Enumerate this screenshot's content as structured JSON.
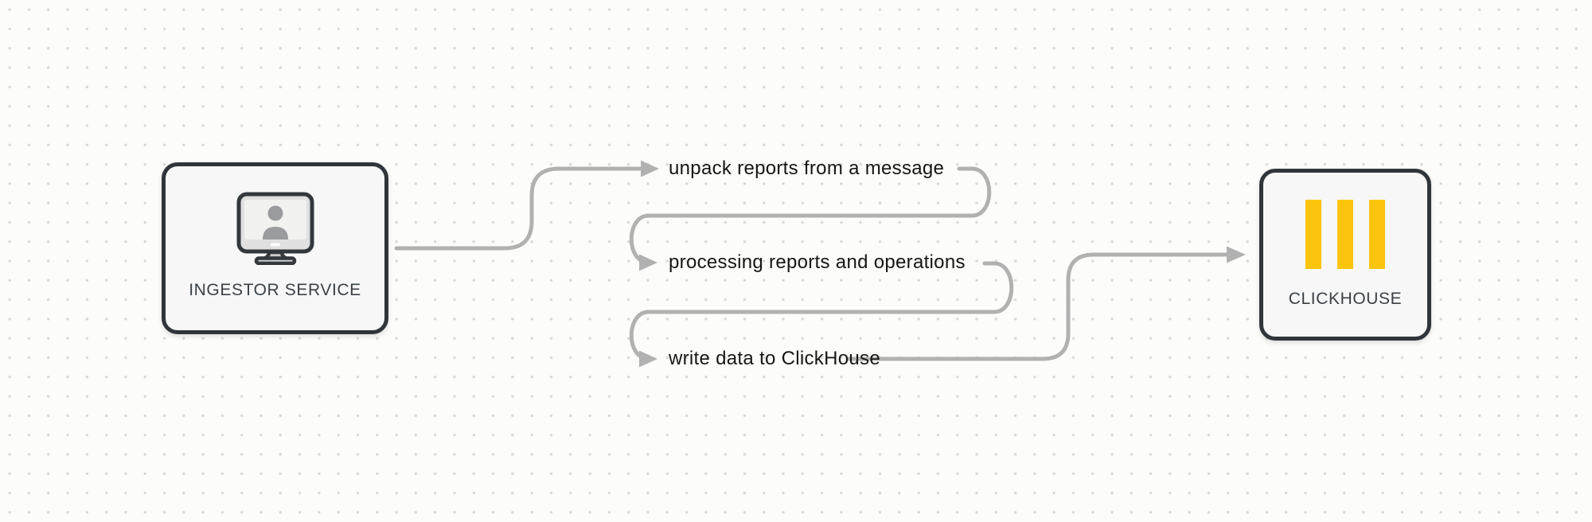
{
  "diagram": {
    "background": {
      "color": "#fcfcfa",
      "dot_color": "#d9d9d9"
    },
    "nodes": [
      {
        "id": "ingestor-service",
        "label": "INGESTOR SERVICE",
        "icon": "monitor-user-icon"
      },
      {
        "id": "clickhouse",
        "label": "CLICKHOUSE",
        "icon": "clickhouse-bars-icon",
        "icon_color": "#fdc40e"
      }
    ],
    "steps": [
      {
        "label": "unpack reports from a message"
      },
      {
        "label": "processing reports and operations"
      },
      {
        "label": "write data to ClickHouse"
      }
    ],
    "colors": {
      "connector": "#b1b1b1",
      "node_border": "#30353a",
      "node_fill": "#f6f7f6",
      "label_text": "#161616",
      "node_label_text": "#3c4147"
    }
  }
}
